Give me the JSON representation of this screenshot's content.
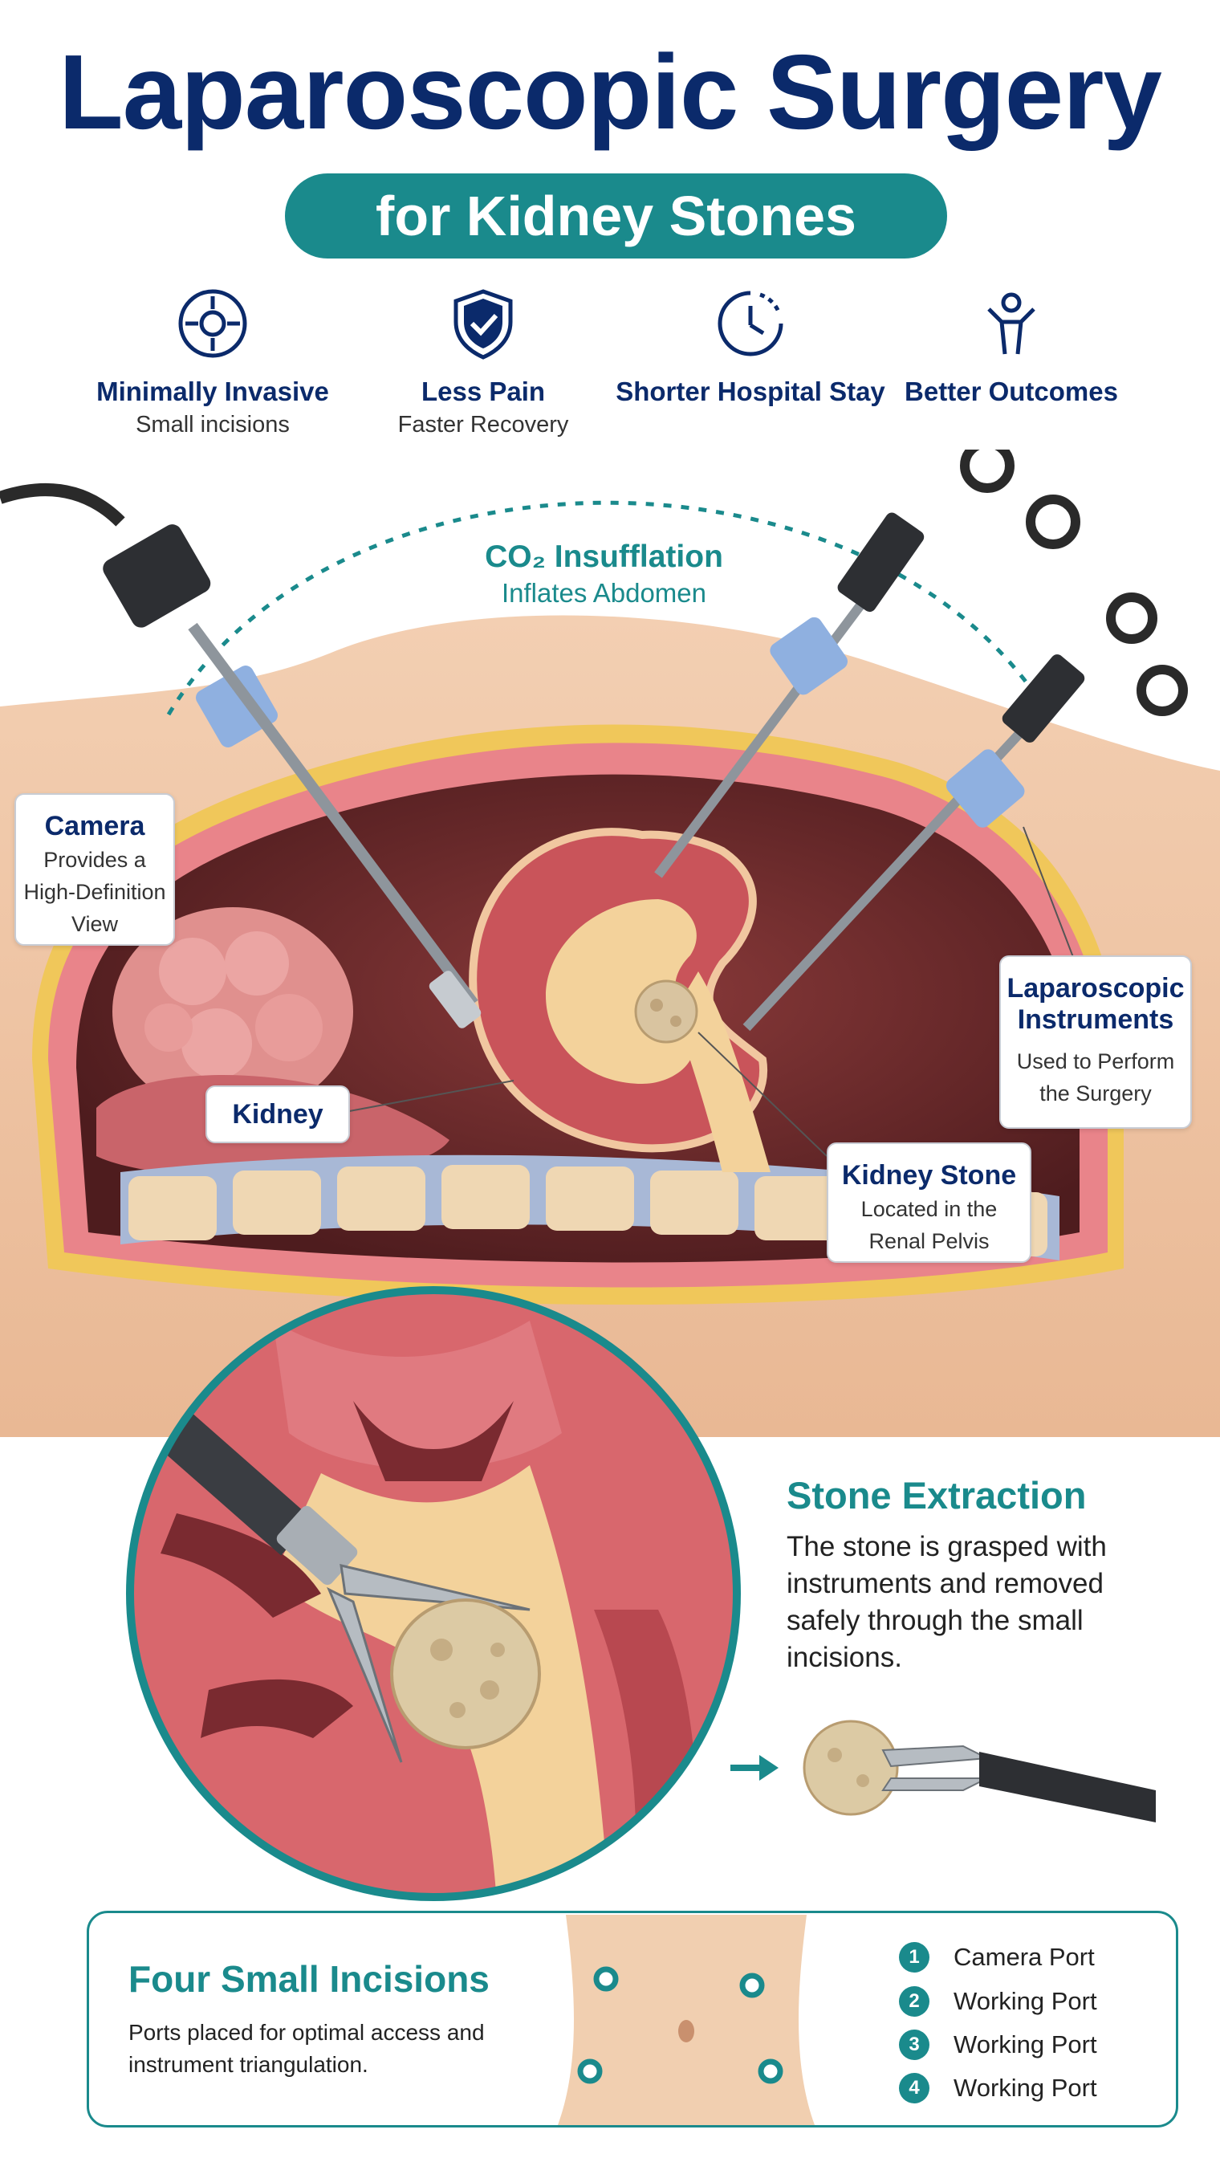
{
  "title": "Laparoscopic Surgery",
  "subtitle": "for Kidney Stones",
  "benefits": [
    {
      "icon": "crosshair-icon",
      "title": "Minimally Invasive",
      "subtitle": "Small incisions"
    },
    {
      "icon": "shield-check-icon",
      "title": "Less Pain",
      "subtitle": "Faster Recovery"
    },
    {
      "icon": "clock-icon",
      "title": "Shorter Hospital Stay",
      "subtitle": ""
    },
    {
      "icon": "person-raised-arms-icon",
      "title": "Better Outcomes",
      "subtitle": ""
    }
  ],
  "co2": {
    "title": "CO₂ Insufflation",
    "subtitle": "Inflates Abdomen"
  },
  "callouts": {
    "camera": {
      "title": "Camera",
      "lines": [
        "Provides a",
        "High-Definition",
        "View"
      ]
    },
    "instruments": {
      "title": "Laparoscopic Instruments",
      "lines": [
        "Used to Perform",
        "the Surgery"
      ]
    },
    "kidney": {
      "title": "Kidney"
    },
    "stone": {
      "title": "Kidney Stone",
      "lines": [
        "Located in the",
        "Renal Pelvis"
      ]
    }
  },
  "extraction": {
    "title": "Stone Extraction",
    "text": "The stone is grasped with instruments and removed safely through the small incisions."
  },
  "incisions": {
    "title": "Four Small Incisions",
    "text": "Ports placed for optimal access and instrument triangulation.",
    "ports": [
      {
        "num": "1",
        "label": "Camera Port"
      },
      {
        "num": "2",
        "label": "Working Port"
      },
      {
        "num": "3",
        "label": "Working Port"
      },
      {
        "num": "4",
        "label": "Working Port"
      }
    ]
  },
  "colors": {
    "navy": "#0b2a6b",
    "teal": "#1a8a8c",
    "skin": "#f0c7a6",
    "kidney": "#c9545a"
  }
}
